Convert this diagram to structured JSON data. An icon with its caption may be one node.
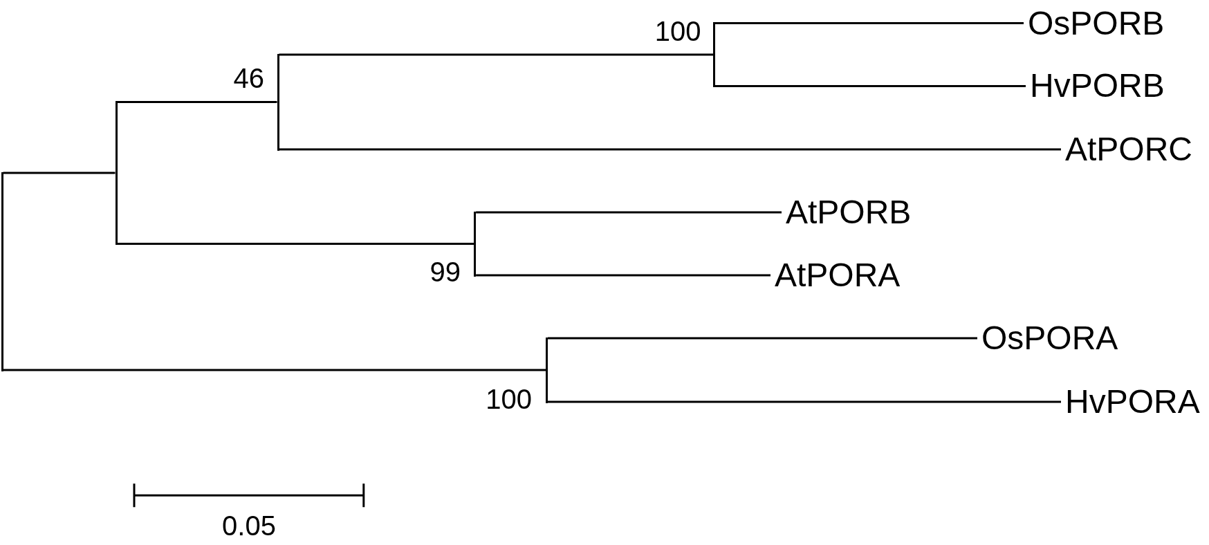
{
  "diagram": {
    "nodes": [
      {
        "text": [],
        "shape": "bar"
      },
      {
        "text": [],
        "shape": "bar"
      },
      {
        "text": [],
        "shape": "bar",
        "beside": [
          "46"
        ]
      },
      {
        "text": [],
        "shape": "bar",
        "beside": [
          "100"
        ]
      },
      {
        "text": [
          "OsPORB"
        ]
      },
      {
        "text": [
          "HvPORB"
        ]
      },
      {
        "text": [
          "AtPORC"
        ]
      },
      {
        "text": [],
        "shape": "bar",
        "beside": [
          "99"
        ]
      },
      {
        "text": [
          "AtPORB"
        ]
      },
      {
        "text": [
          "AtPORA"
        ]
      },
      {
        "text": [],
        "shape": "bar",
        "beside": [
          "100"
        ]
      },
      {
        "text": [
          "OsPORA"
        ]
      },
      {
        "text": [
          "HvPORA"
        ]
      }
    ],
    "edges": [
      {
        "from": 0,
        "to": 1,
        "arrow": "none"
      },
      {
        "from": 0,
        "to": 10,
        "arrow": "none"
      },
      {
        "from": 1,
        "to": 2,
        "arrow": "none"
      },
      {
        "from": 1,
        "to": 7,
        "arrow": "none"
      },
      {
        "from": 2,
        "to": 3,
        "arrow": "none"
      },
      {
        "from": 2,
        "to": 6,
        "arrow": "none"
      },
      {
        "from": 3,
        "to": 4,
        "arrow": "none"
      },
      {
        "from": 3,
        "to": 5,
        "arrow": "none"
      },
      {
        "from": 7,
        "to": 8,
        "arrow": "none"
      },
      {
        "from": 7,
        "to": 9,
        "arrow": "none"
      },
      {
        "from": 10,
        "to": 11,
        "arrow": "none"
      },
      {
        "from": 10,
        "to": 12,
        "arrow": "none"
      }
    ],
    "labels": [
      "0.05"
    ]
  }
}
